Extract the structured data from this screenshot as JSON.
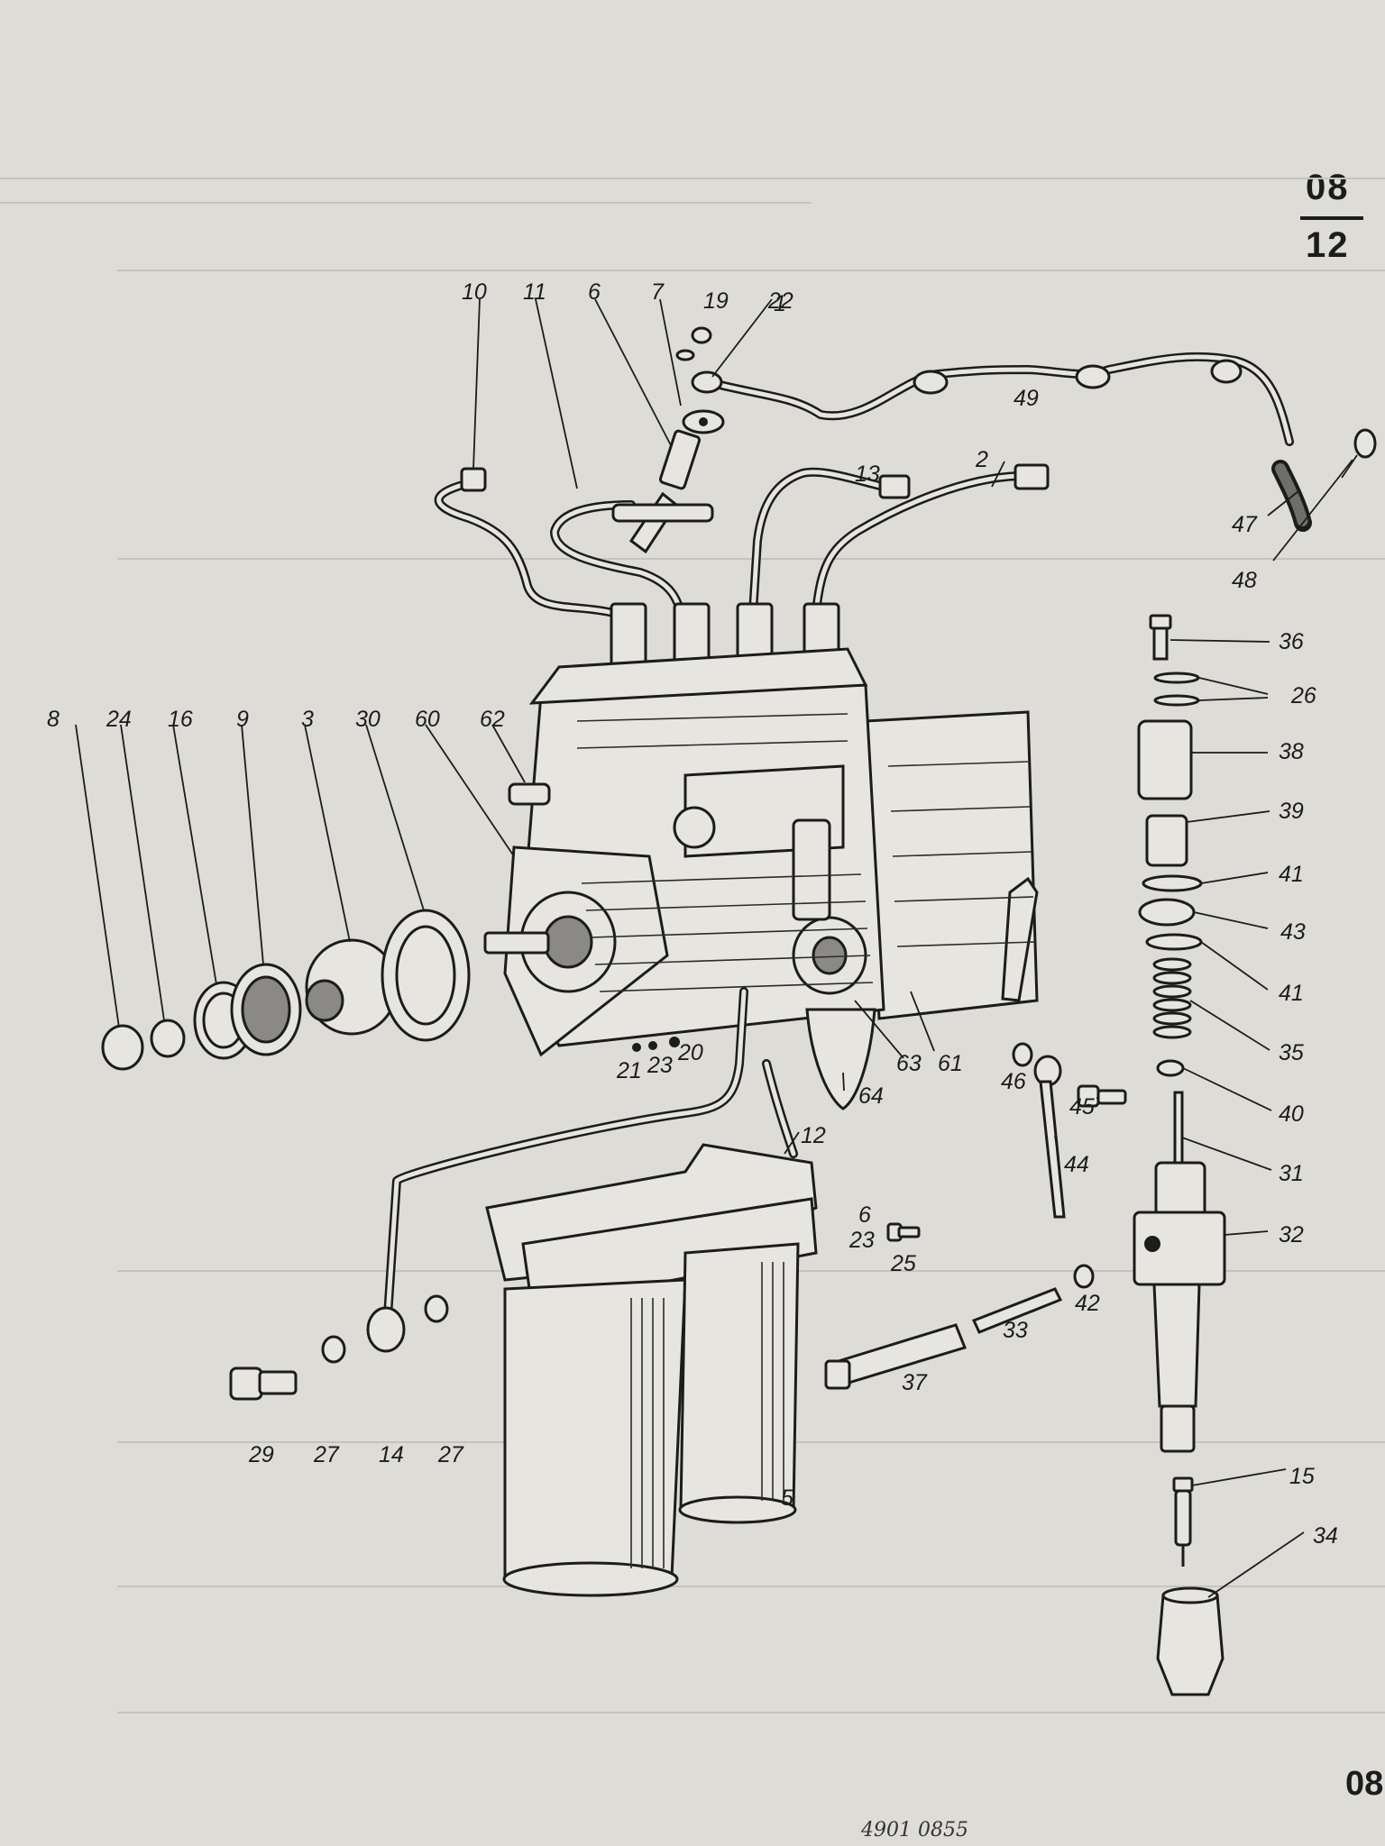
{
  "section": {
    "top": "08",
    "bottom": "12"
  },
  "page_number": "08",
  "stamp": "4901 0855",
  "callouts": [
    "1",
    "2",
    "3",
    "5",
    "6",
    "7",
    "8",
    "9",
    "10",
    "11",
    "12",
    "13",
    "14",
    "15",
    "16",
    "19",
    "20",
    "21",
    "22",
    "23",
    "24",
    "25",
    "26",
    "27",
    "27",
    "29",
    "30",
    "31",
    "32",
    "33",
    "34",
    "35",
    "36",
    "37",
    "38",
    "39",
    "40",
    "41",
    "41",
    "42",
    "43",
    "44",
    "45",
    "46",
    "47",
    "48",
    "49",
    "60",
    "61",
    "62",
    "63",
    "64",
    "6",
    "23"
  ]
}
